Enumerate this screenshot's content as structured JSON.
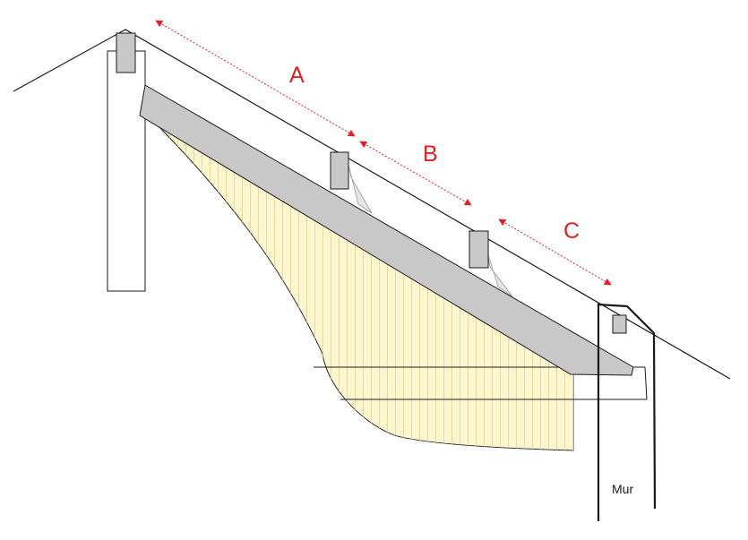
{
  "labels": {
    "span_a": "A",
    "span_b": "B",
    "span_c": "C",
    "wall": "Mur"
  },
  "colors": {
    "dimension": "#e31e24",
    "insulation_fill": "#fdf6cf",
    "insulation_hatch": "#e3d9a8",
    "rafter": "#c8c8c8",
    "purlin": "#c8c8c8",
    "bracket": "#e6e6e6",
    "line": "#1a1a1a",
    "background": "#ffffff"
  }
}
